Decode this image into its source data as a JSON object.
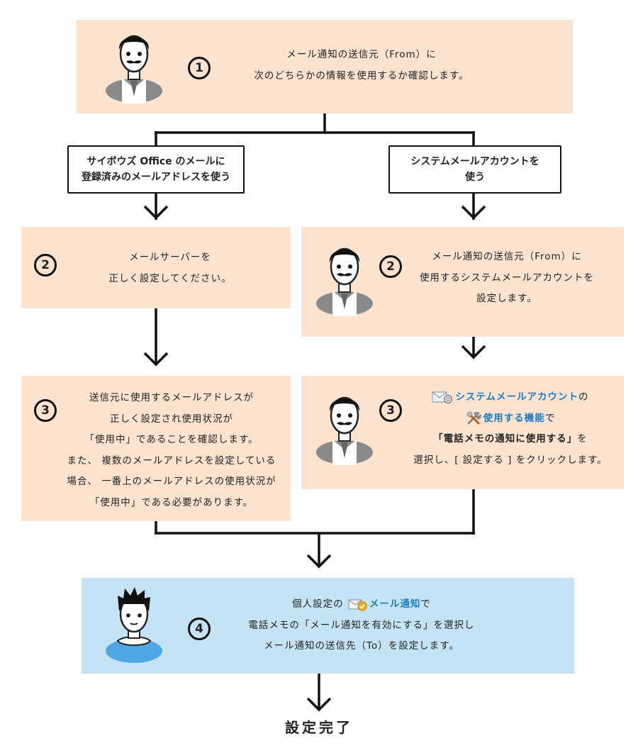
{
  "steps": {
    "step1": {
      "number": "1",
      "lines": [
        "メール通知の送信元（From）に",
        "次のどちらかの情報を使用するか確認します。"
      ]
    },
    "branch_left": {
      "lines": [
        "サイボウズ Office のメールに",
        "登録済みのメールアドレスを使う"
      ]
    },
    "branch_right": {
      "lines": [
        "システムメールアカウントを",
        "使う"
      ]
    },
    "left2": {
      "number": "2",
      "lines": [
        "メールサーバーを",
        "正しく設定してください。"
      ]
    },
    "right2": {
      "number": "2",
      "lines": [
        "メール通知の送信元（From）に",
        "使用するシステムメールアカウントを",
        "設定します。"
      ]
    },
    "left3": {
      "number": "3",
      "lines": [
        "送信元に使用するメールアドレスが",
        "正しく設定され使用状況が",
        "「使用中」であることを確認します。",
        "また、 複数のメールアドレスを設定している",
        "場合、 一番上のメールアドレスの使用状況が",
        "「使用中」である必要があります。"
      ]
    },
    "right3": {
      "number": "3",
      "link1": "システムメールアカウント",
      "suffix1": "の",
      "link2": "使用する機能",
      "suffix2": "で",
      "bold3": "「電話メモの通知に使用する」",
      "suffix3": "を",
      "line4": "選択し、[ 設定する ] をクリックします。"
    },
    "step4": {
      "number": "4",
      "prefix1": "個人設定の",
      "link1": "メール通知",
      "suffix1": "で",
      "line2": "電話メモの「メール通知を有効にする」を選択し",
      "line3": "メール通知の送信先（To）を設定します。"
    }
  },
  "final_label": "設定完了",
  "colors": {
    "peach": "#fbe3cf",
    "blue": "#c4e4f5",
    "link": "#1c7cc4",
    "line": "#111111"
  },
  "icons": [
    "admin-avatar-icon",
    "user-avatar-icon",
    "mail-gear-icon",
    "tools-icon",
    "mail-check-icon",
    "down-arrow-icon"
  ]
}
